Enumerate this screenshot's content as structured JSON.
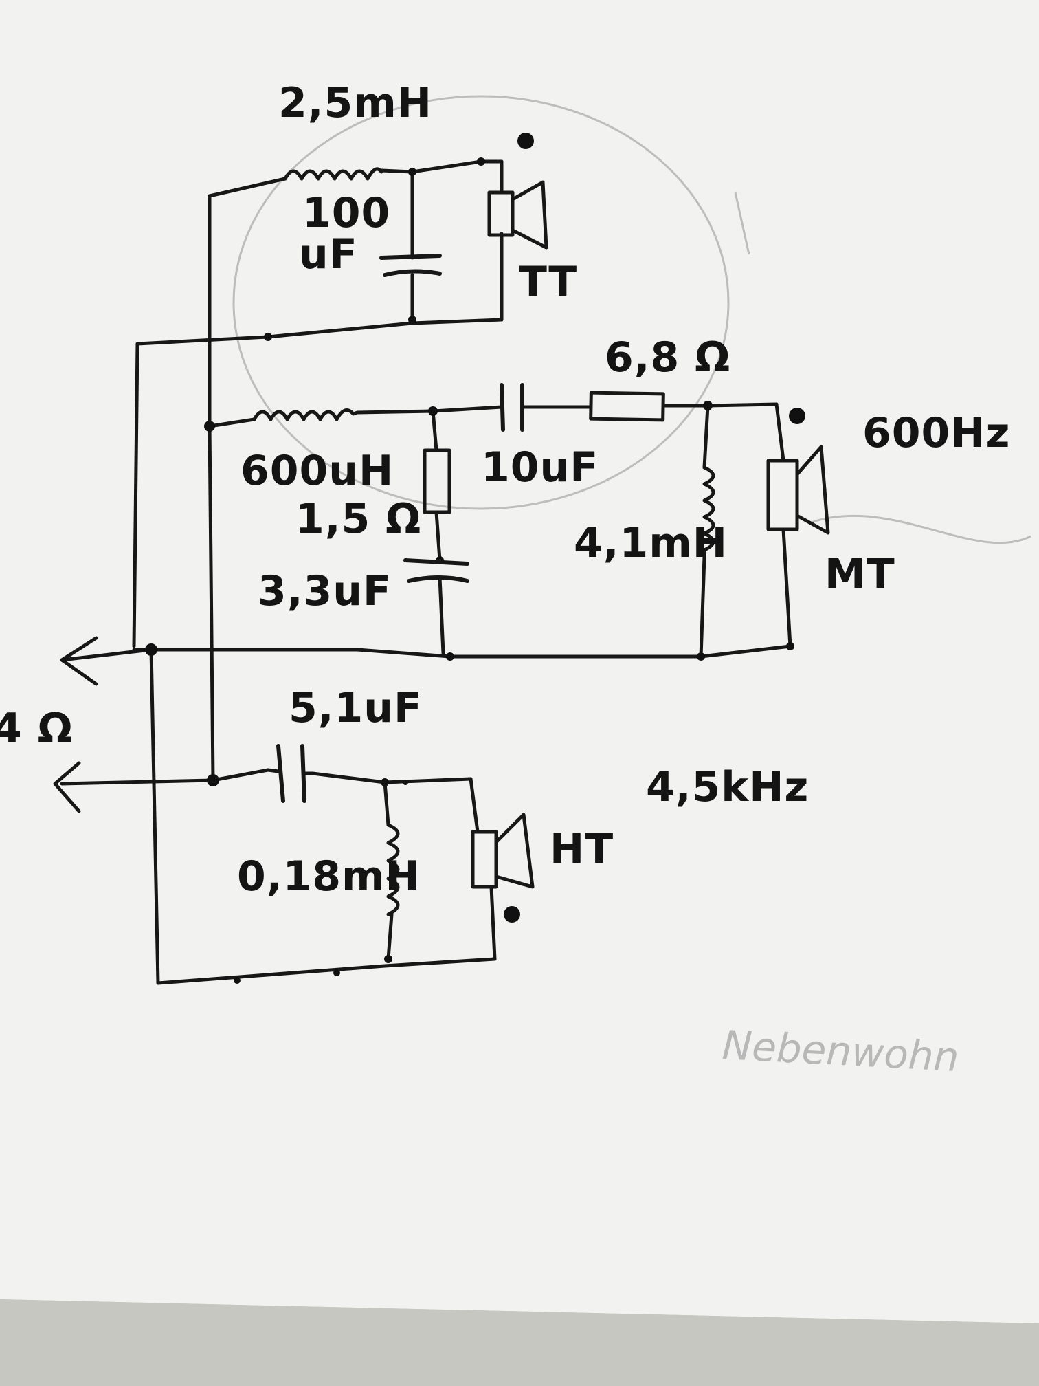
{
  "labels": {
    "tt_inductor": "2,5mH",
    "tt_cap_value": "100",
    "tt_cap_unit": "uF",
    "tt_driver": "TT",
    "resistor_68": "6,8 Ω",
    "mt_inductor": "600uH",
    "mt_cap": "10uF",
    "mt_freq": "600Hz",
    "zobel_resistor": "1,5 Ω",
    "mt_shunt_inductor": "4,1mH",
    "mt_driver": "MT",
    "zobel_cap": "3,3uF",
    "impedance": "4 Ω",
    "ht_cap": "5,1uF",
    "ht_freq": "4,5kHz",
    "ht_inductor": "0,18mH",
    "ht_driver": "HT"
  },
  "background_text": {
    "faint_word": "Nebenwohn"
  },
  "colors": {
    "paper": "#f2f2f0",
    "ink": "#171717",
    "table": "#c9c9c3"
  }
}
